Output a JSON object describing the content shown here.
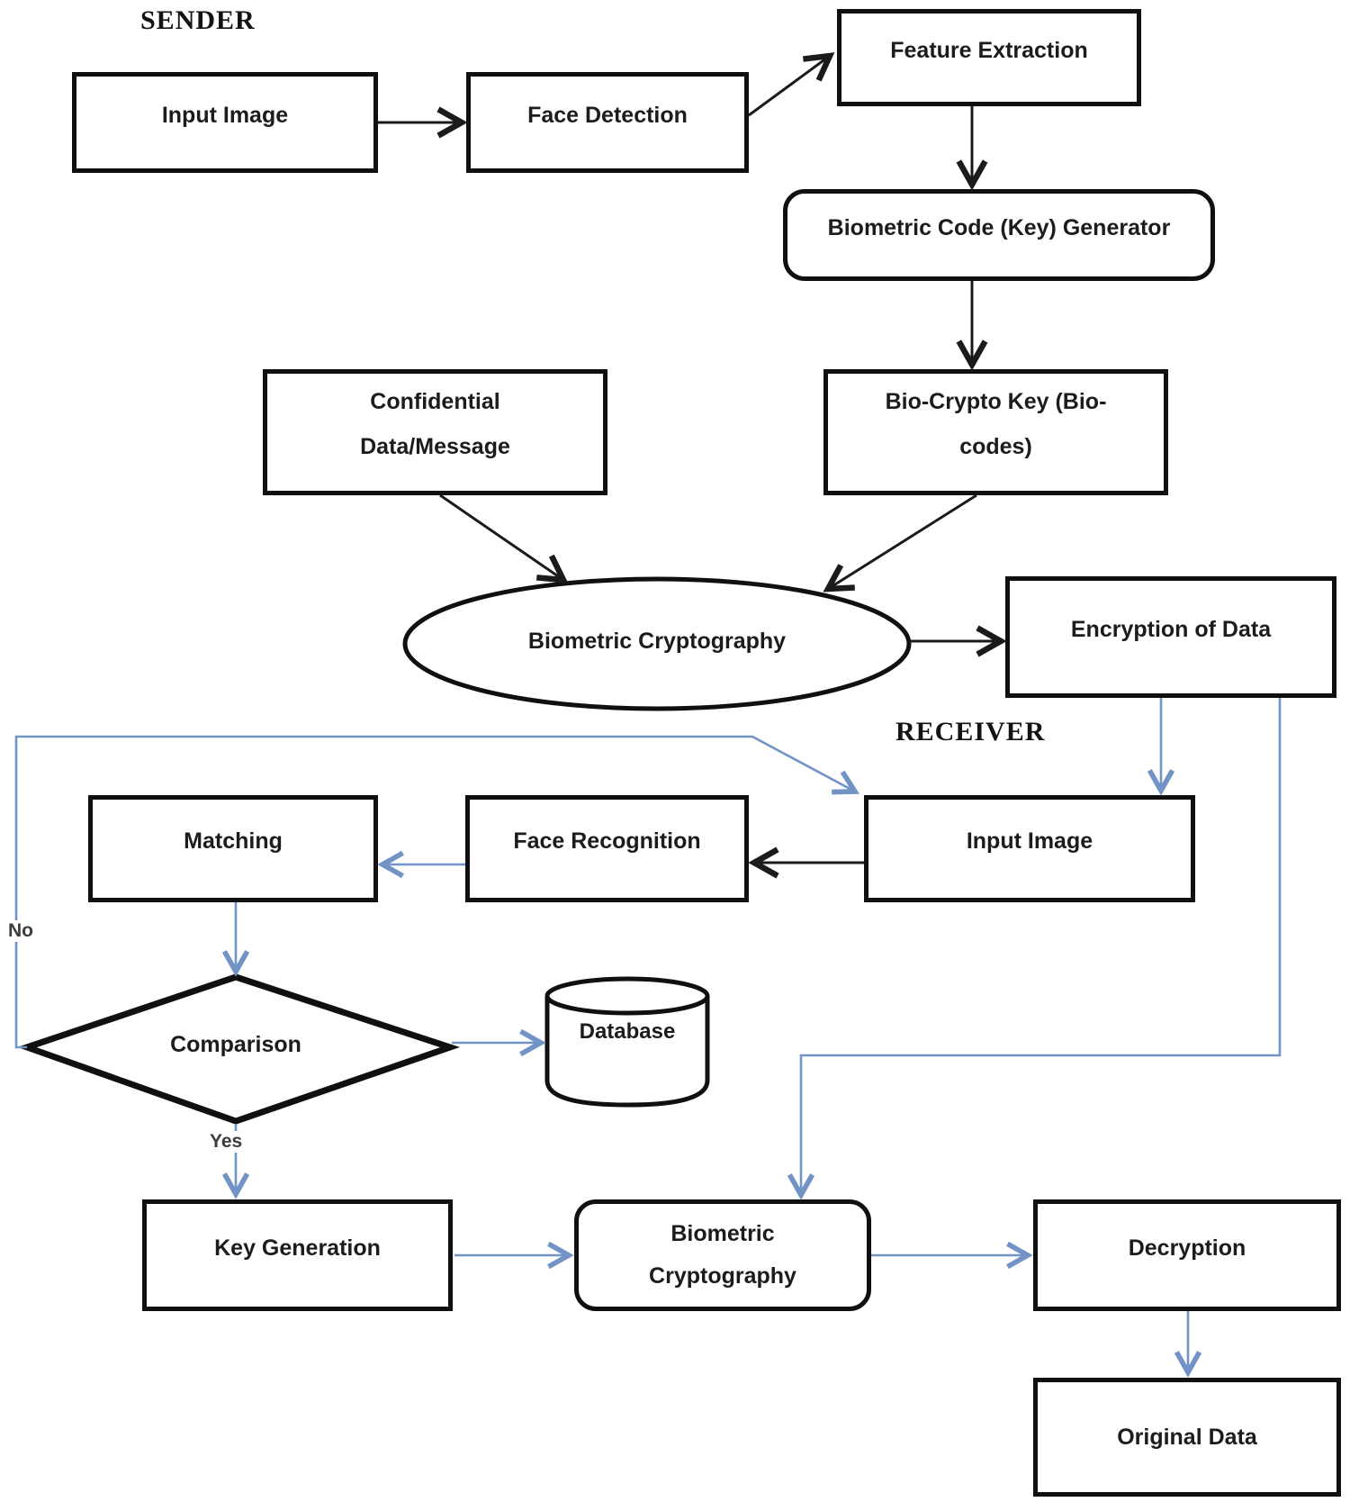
{
  "diagram": {
    "sender_section_label": "SENDER",
    "receiver_section_label": "RECEIVER",
    "decision_labels": {
      "no": "No",
      "yes": "Yes"
    },
    "sender": {
      "input_image": "Input Image",
      "face_detection": "Face Detection",
      "feature_extraction": "Feature Extraction",
      "biometric_code_generator": "Biometric Code (Key) Generator",
      "confidential_data_line1": "Confidential",
      "confidential_data_line2": "Data/Message",
      "bio_crypto_key_line1": "Bio-Crypto Key (Bio-",
      "bio_crypto_key_line2": "codes)",
      "biometric_cryptography": "Biometric Cryptography",
      "encryption_of_data": "Encryption of Data"
    },
    "receiver": {
      "input_image": "Input Image",
      "face_recognition": "Face Recognition",
      "matching": "Matching",
      "comparison": "Comparison",
      "database": "Database",
      "key_generation": "Key Generation",
      "biometric_cryptography_line1": "Biometric",
      "biometric_cryptography_line2": "Cryptography",
      "decryption": "Decryption",
      "original_data": "Original Data"
    },
    "colors": {
      "connector_blue": "#7293c6",
      "connector_black": "#1b1b1b",
      "node_border": "#101010"
    }
  }
}
